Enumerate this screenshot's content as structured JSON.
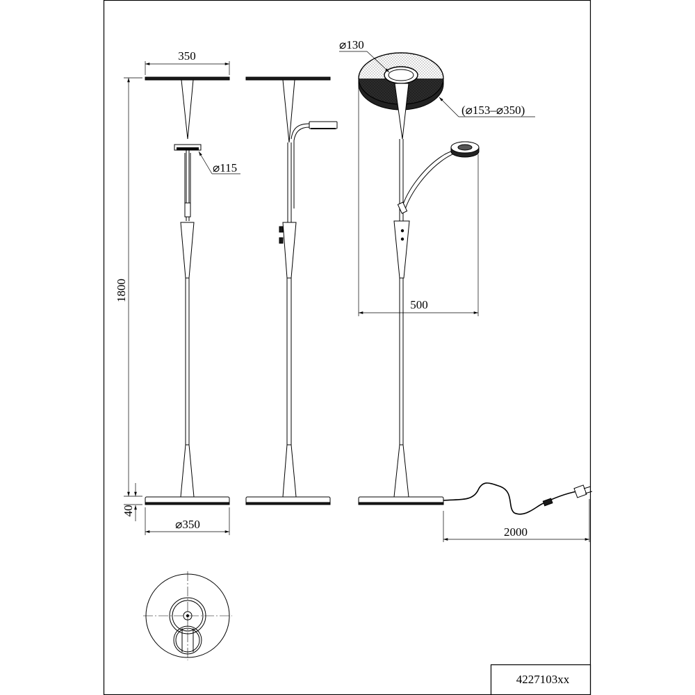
{
  "dimensions": {
    "head_width": "350",
    "reader_diameter": "⌀115",
    "height": "1800",
    "base_height": "40",
    "base_diameter": "⌀350",
    "uplight_diameter": "⌀130",
    "diffuser_range": "(⌀153–⌀350)",
    "reach": "500",
    "cable_length": "2000"
  },
  "product_code": "4227103xx"
}
